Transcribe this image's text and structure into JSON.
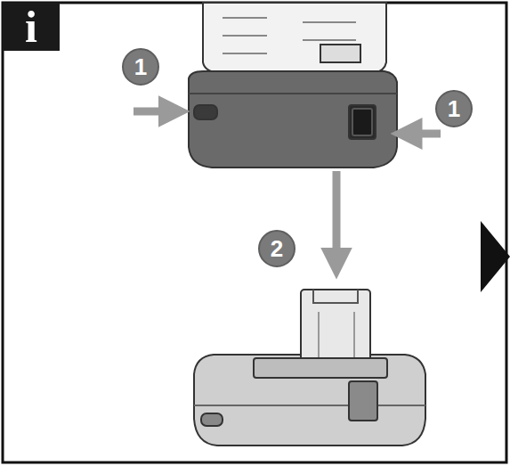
{
  "diagram": {
    "labels": [
      "i",
      "1",
      "1",
      "2"
    ]
  }
}
